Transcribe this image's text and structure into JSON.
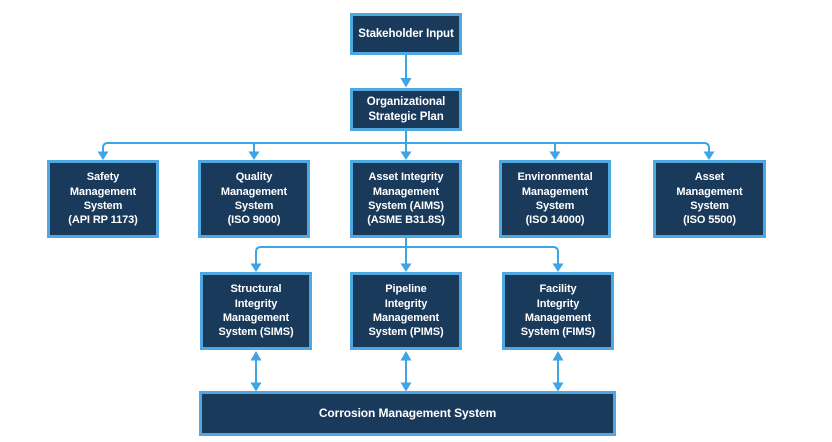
{
  "diagram": {
    "colors": {
      "box_fill": "#1A3A5C",
      "box_border": "#4FA8DF",
      "connector": "#3FA4E6",
      "text": "#FFFFFF",
      "background": "#FFFFFF"
    },
    "nodes": {
      "stakeholder_input": {
        "label": "Stakeholder Input"
      },
      "organizational_strategic_plan": {
        "label": "Organizational\nStrategic Plan"
      },
      "safety": {
        "label": "Safety\nManagement\nSystem\n(API RP 1173)"
      },
      "quality": {
        "label": "Quality\nManagement\nSystem\n(ISO 9000)"
      },
      "aims": {
        "label": "Asset Integrity\nManagement\nSystem (AIMS)\n(ASME B31.8S)"
      },
      "environmental": {
        "label": "Environmental\nManagement\nSystem\n(ISO 14000)"
      },
      "asset": {
        "label": "Asset\nManagement\nSystem\n(ISO 5500)"
      },
      "sims": {
        "label": "Structural\nIntegrity\nManagement\nSystem (SIMS)"
      },
      "pims": {
        "label": "Pipeline\nIntegrity\nManagement\nSystem (PIMS)"
      },
      "fims": {
        "label": "Facility\nIntegrity\nManagement\nSystem (FIMS)"
      },
      "corrosion": {
        "label": "Corrosion Management System"
      }
    },
    "connections": [
      {
        "from": "stakeholder_input",
        "to": "organizational_strategic_plan",
        "type": "directed"
      },
      {
        "from": "organizational_strategic_plan",
        "to": "safety",
        "type": "directed"
      },
      {
        "from": "organizational_strategic_plan",
        "to": "quality",
        "type": "directed"
      },
      {
        "from": "organizational_strategic_plan",
        "to": "aims",
        "type": "directed"
      },
      {
        "from": "organizational_strategic_plan",
        "to": "environmental",
        "type": "directed"
      },
      {
        "from": "organizational_strategic_plan",
        "to": "asset",
        "type": "directed"
      },
      {
        "from": "aims",
        "to": "sims",
        "type": "directed"
      },
      {
        "from": "aims",
        "to": "pims",
        "type": "directed"
      },
      {
        "from": "aims",
        "to": "fims",
        "type": "directed"
      },
      {
        "from": "sims",
        "to": "corrosion",
        "type": "bidirectional"
      },
      {
        "from": "pims",
        "to": "corrosion",
        "type": "bidirectional"
      },
      {
        "from": "fims",
        "to": "corrosion",
        "type": "bidirectional"
      }
    ]
  }
}
